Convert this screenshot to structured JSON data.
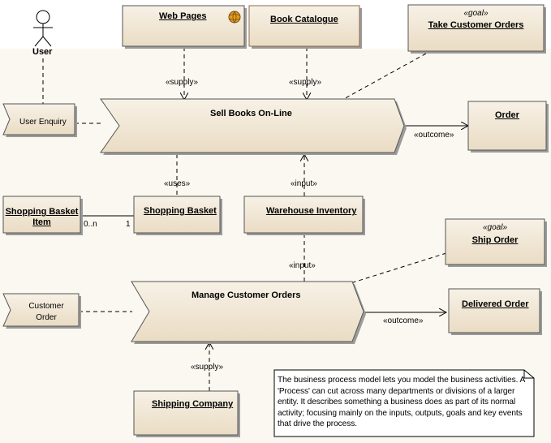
{
  "diagram": {
    "actor": {
      "label": "User"
    },
    "processes": {
      "sell_books": "Sell Books On-Line",
      "manage_orders": "Manage Customer Orders"
    },
    "events": {
      "user_enquiry": "User Enquiry",
      "customer_order_line1": "Customer",
      "customer_order_line2": "Order"
    },
    "objects": {
      "web_pages": "Web Pages",
      "book_catalogue": "Book Catalogue",
      "order": "Order",
      "shopping_basket": "Shopping Basket",
      "shopping_basket_item_line1": "Shopping Basket",
      "shopping_basket_item_line2": "Item",
      "warehouse_inventory": "Warehouse Inventory",
      "delivered_order": "Delivered Order",
      "shipping_company": "Shipping Company"
    },
    "goals": {
      "take_orders_stereotype": "«goal»",
      "take_orders": "Take Customer Orders",
      "ship_order_stereotype": "«goal»",
      "ship_order": "Ship Order"
    },
    "connector_labels": {
      "supply_web": "«supply»",
      "supply_catalogue": "«supply»",
      "outcome_order": "«outcome»",
      "uses": "«uses»",
      "input_warehouse": "«input»",
      "input_manage": "«input»",
      "outcome_delivered": "«outcome»",
      "supply_shipping": "«supply»",
      "mult_many": "0..n",
      "mult_one": "1"
    },
    "note": "The business process model lets you model the business activities. A 'Process' can cut across many departments or divisions of a larger entity. It describes something a business does as part of its normal activity; focusing mainly on the inputs, outputs, goals and key events that drive the process."
  },
  "colors": {
    "box_fill": "#f0e6d4",
    "box_stroke": "#555555",
    "shadow": "#9b9b9b",
    "background": "#fbf8f1"
  }
}
